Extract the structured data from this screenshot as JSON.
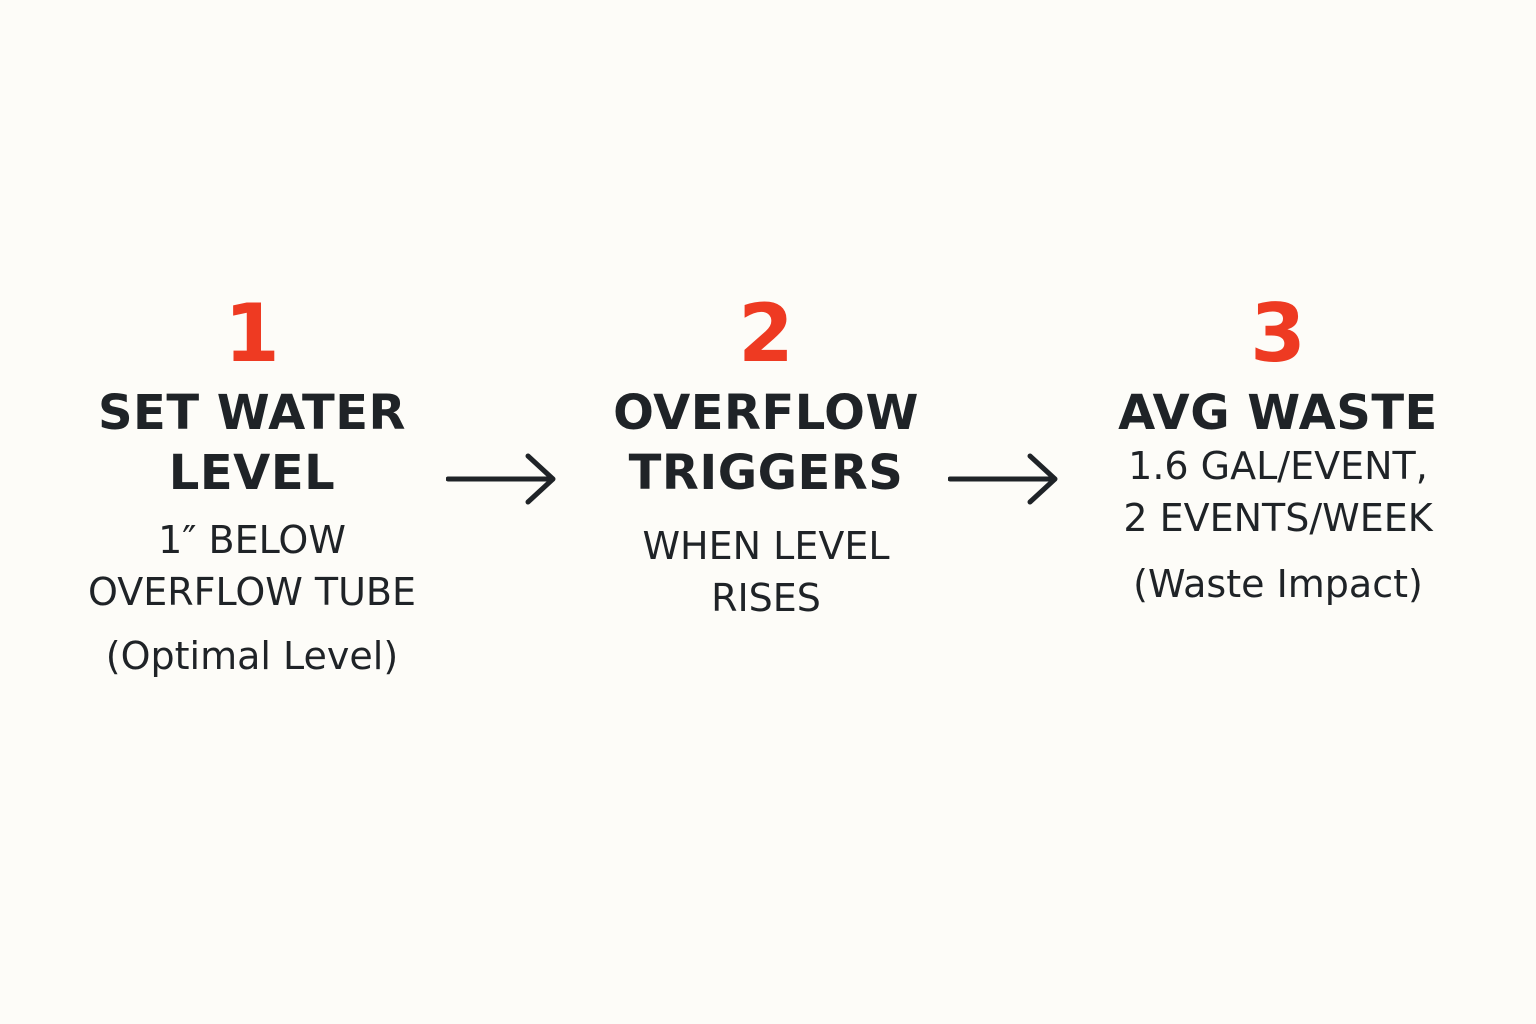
{
  "colors": {
    "background": "#fdfcf8",
    "accent": "#ee3a22",
    "text": "#1f2327"
  },
  "steps": [
    {
      "number": "1",
      "title_lines": [
        "SET WATER",
        "LEVEL"
      ],
      "detail_lines": [
        "1″ BELOW",
        "OVERFLOW TUBE"
      ],
      "note": "(Optimal Level)"
    },
    {
      "number": "2",
      "title_lines": [
        "OVERFLOW",
        "TRIGGERS"
      ],
      "detail_lines": [
        "WHEN LEVEL",
        "RISES"
      ],
      "note": ""
    },
    {
      "number": "3",
      "title_lines": [
        "AVG WASTE"
      ],
      "detail_lines": [
        "1.6 GAL/EVENT,",
        "2 EVENTS/WEEK"
      ],
      "note": "(Waste Impact)"
    }
  ],
  "connectors": [
    "arrow-right-icon",
    "arrow-right-icon"
  ]
}
